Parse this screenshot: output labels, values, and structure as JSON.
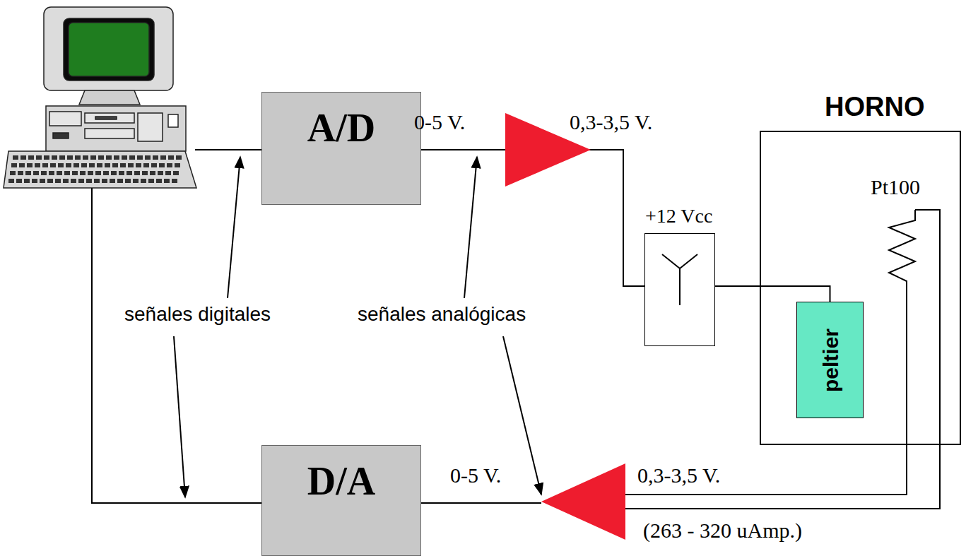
{
  "diagram": {
    "nodes": [
      {
        "text": [
          "A/D"
        ]
      },
      {
        "text": [
          "HORNO"
        ]
      },
      {
        "text": [
          "+12 Vcc"
        ]
      },
      {
        "text": [
          "peltier"
        ],
        "in": 1
      },
      {
        "text": [
          "D/A"
        ]
      }
    ],
    "edges": [
      {
        "from": 0,
        "to": 2,
        "arrow": "none"
      },
      {
        "from": 2,
        "to": 3,
        "arrow": "none"
      }
    ],
    "labels": [
      "0-5 V.",
      "0,3-3,5 V.",
      "Pt100",
      "señales digitales",
      "señales analógicas",
      "0-5 V.",
      "0,3-3,5 V.",
      "(263 - 320 uAmp.)"
    ]
  }
}
